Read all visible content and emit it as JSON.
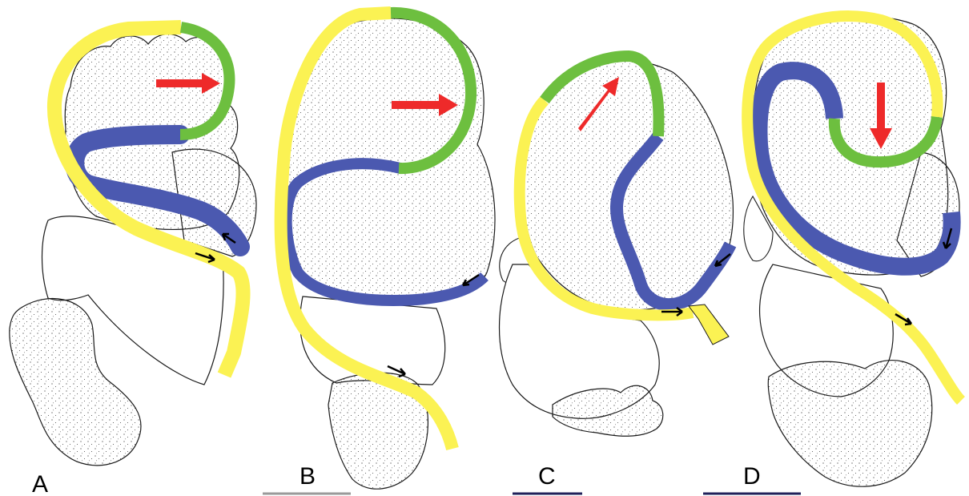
{
  "colors": {
    "yellow": "#fbf253",
    "green": "#6dbf3f",
    "blue": "#4b59b0",
    "red": "#ee2a2a",
    "outline": "#1a1a1a",
    "scale_bar_b": "#9a9a9a",
    "scale_bar_cd": "#20205a"
  },
  "panels": [
    {
      "label": "A"
    },
    {
      "label": "B"
    },
    {
      "label": "C"
    },
    {
      "label": "D"
    }
  ],
  "icons": [
    "red-arrow-icon",
    "black-arrow-icon"
  ]
}
